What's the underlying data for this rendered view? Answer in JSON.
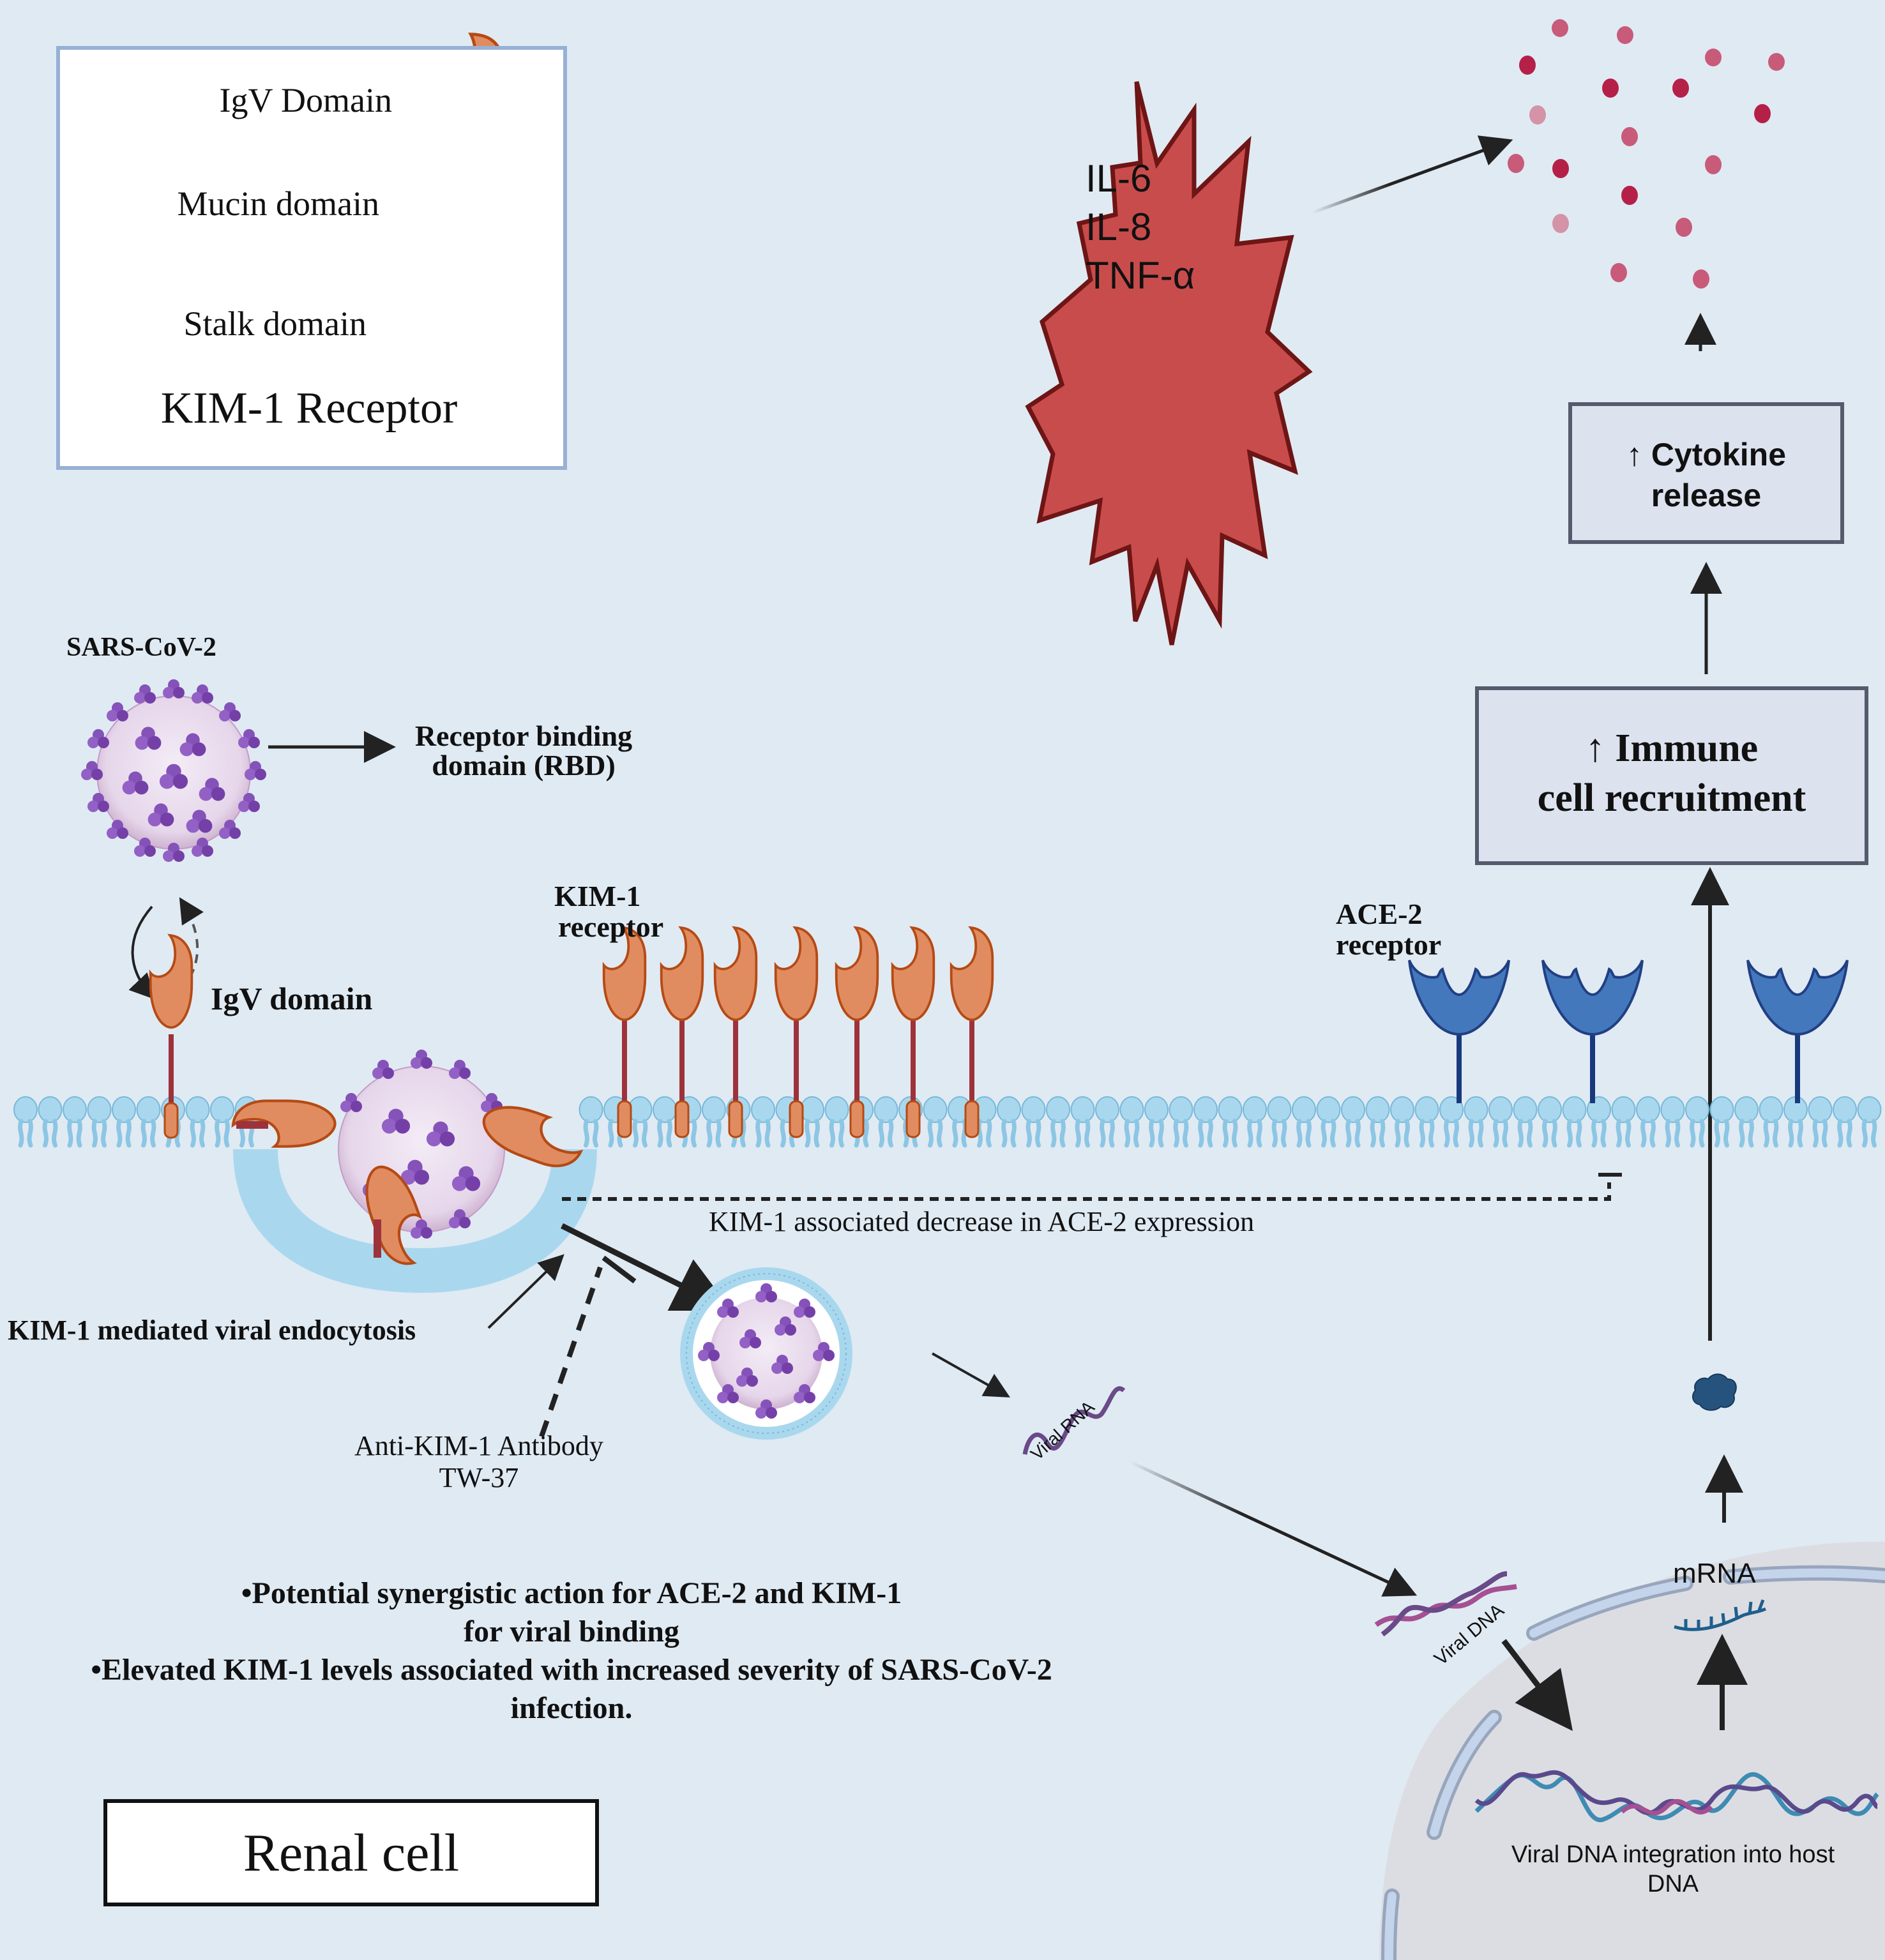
{
  "legend": {
    "igv_label": "IgV Domain",
    "mucin_label": "Mucin domain",
    "stalk_label": "Stalk domain",
    "title": "KIM-1 Receptor"
  },
  "cytokines": {
    "lines": [
      "IL-6",
      "IL-8",
      "TNF-α"
    ],
    "fill_color": "#c94c4c",
    "stroke_color": "#6e1515"
  },
  "flow": {
    "cytokine_box": {
      "arrow": "↑",
      "line1": "Cytokine",
      "line2": "release"
    },
    "immune_box": {
      "arrow": "↑",
      "line1": "Immune",
      "line2": "cell recruitment"
    }
  },
  "virus": {
    "label": "SARS-CoV-2",
    "rbd_label_1": "Receptor binding",
    "rbd_label_2": "domain (RBD)",
    "igv_label": "IgV domain"
  },
  "membrane": {
    "kim1_label_1": "KIM-1",
    "kim1_label_2": "receptor",
    "kim1_count": 7,
    "ace2_label_1": "ACE-2",
    "ace2_label_2": "receptor",
    "ace2_count": 3,
    "decrease_label": "KIM-1 associated decrease in ACE-2 expression"
  },
  "endocytosis": {
    "label": "KIM-1 mediated  viral endocytosis",
    "antibody_1": "Anti-KIM-1 Antibody",
    "antibody_2": "TW-37"
  },
  "intracellular": {
    "viral_rna": "Viral RNA",
    "viral_dna": "Viral DNA",
    "mrna": "mRNA",
    "integration_1": "Viral DNA integration into host",
    "integration_2": "DNA"
  },
  "notes": {
    "line1": "•Potential synergistic action for ACE-2 and KIM-1",
    "line2": "for viral binding",
    "line3": "•Elevated KIM-1 levels associated with increased severity of SARS-CoV-2",
    "line4": "infection."
  },
  "renal_label": "Renal cell",
  "colors": {
    "background": "#e0eaf3",
    "kim1_head": "#e08c60",
    "kim1_stalk": "#9e323b",
    "ace2": "#4478bd",
    "membrane": "#a9d8ee",
    "virus": "#8452b8",
    "nucleus": "#dcdde2"
  }
}
